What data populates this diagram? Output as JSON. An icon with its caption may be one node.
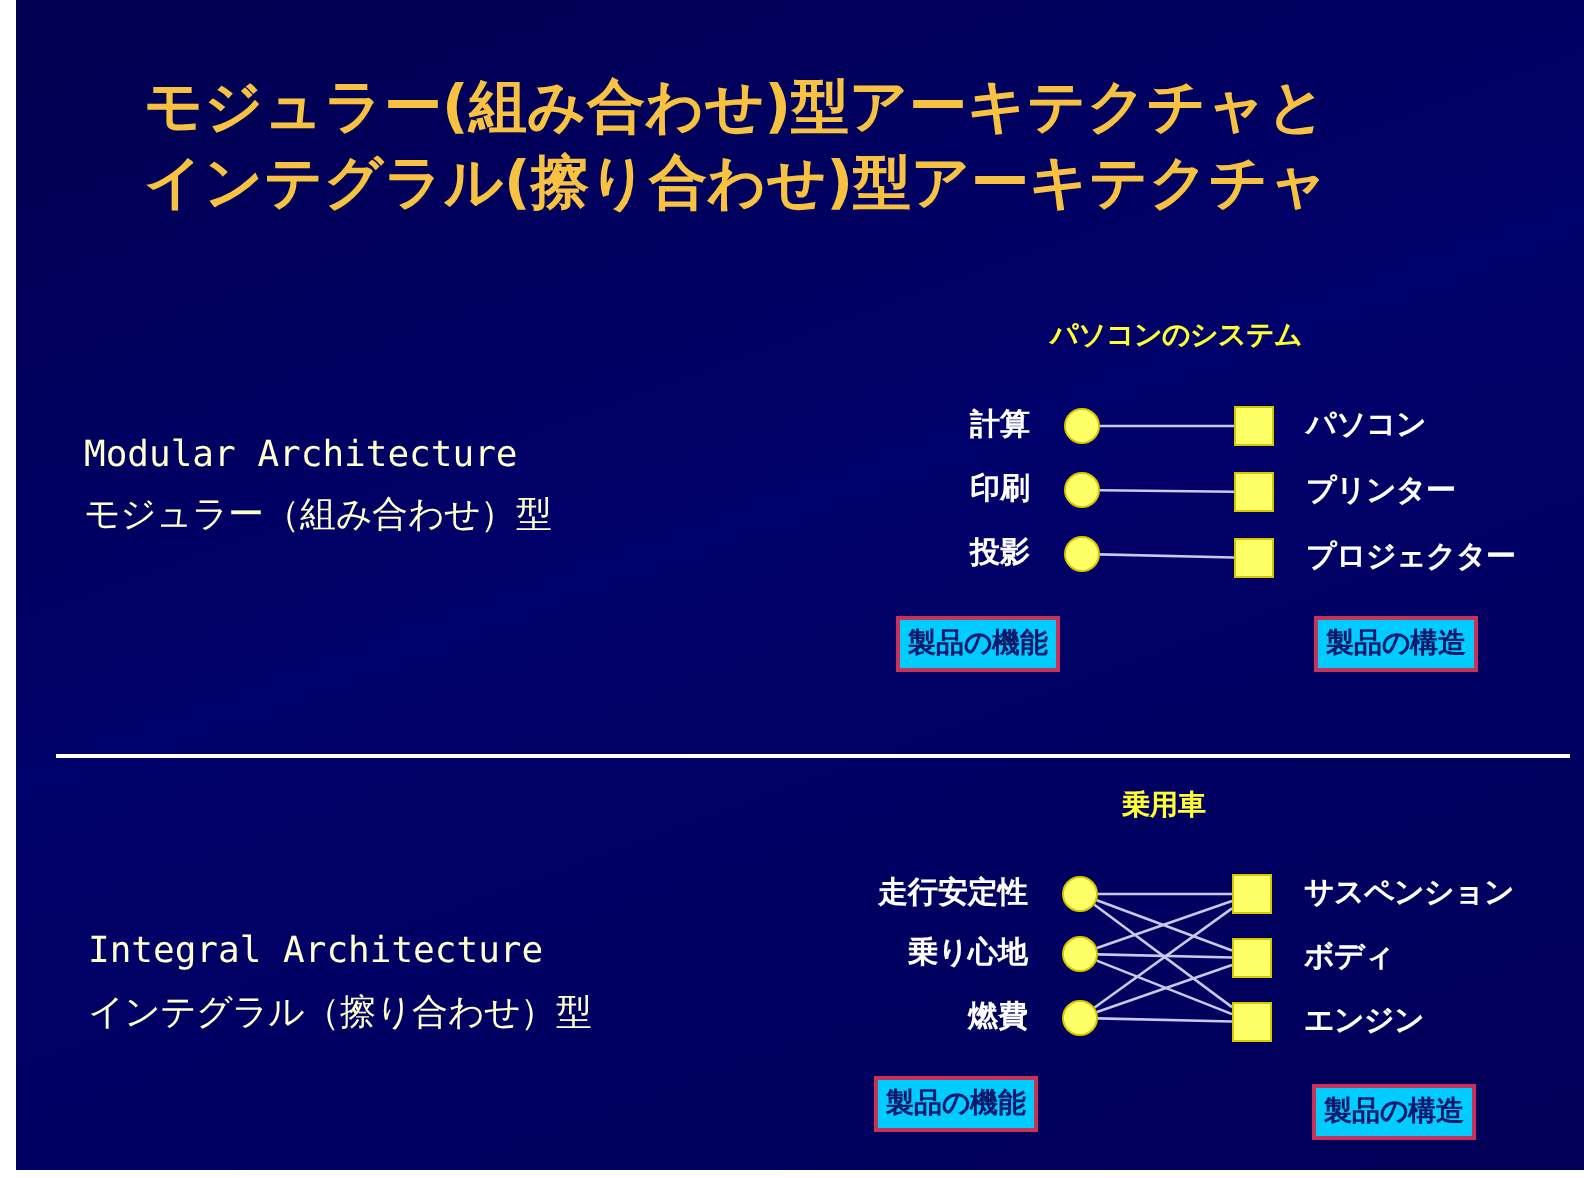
{
  "diagram": {
    "title": "モジュラー(組み合わせ)型アーキテクチャとインテグラル(擦り合わせ)型アーキテクチャ",
    "nodes": [
      {
        "text": [],
        "shape": "circle",
        "beside": [
          "計算"
        ]
      },
      {
        "text": [],
        "shape": "circle",
        "beside": [
          "印刷"
        ]
      },
      {
        "text": [],
        "shape": "circle",
        "beside": [
          "投影"
        ]
      },
      {
        "text": [],
        "shape": "box",
        "beside": [
          "パソコン"
        ]
      },
      {
        "text": [],
        "shape": "box",
        "beside": [
          "プリンター"
        ]
      },
      {
        "text": [],
        "shape": "box",
        "beside": [
          "プロジェクター"
        ]
      },
      {
        "text": [
          "製品の機能"
        ]
      },
      {
        "text": [
          "製品の構造"
        ]
      },
      {
        "text": [],
        "shape": "circle",
        "beside": [
          "走行安定性"
        ]
      },
      {
        "text": [],
        "shape": "circle",
        "beside": [
          "乗り心地"
        ]
      },
      {
        "text": [],
        "shape": "circle",
        "beside": [
          "燃費"
        ]
      },
      {
        "text": [],
        "shape": "box",
        "beside": [
          "サスペンション"
        ]
      },
      {
        "text": [],
        "shape": "box",
        "beside": [
          "ボディ"
        ]
      },
      {
        "text": [],
        "shape": "box",
        "beside": [
          "エンジン"
        ]
      },
      {
        "text": [
          "製品の機能"
        ]
      },
      {
        "text": [
          "製品の構造"
        ]
      }
    ],
    "edges": [
      {
        "from": 0,
        "to": 3,
        "arrow": "none"
      },
      {
        "from": 1,
        "to": 4,
        "arrow": "none"
      },
      {
        "from": 2,
        "to": 5,
        "arrow": "none"
      },
      {
        "from": 8,
        "to": 11,
        "arrow": "none"
      },
      {
        "from": 8,
        "to": 12,
        "arrow": "none"
      },
      {
        "from": 8,
        "to": 13,
        "arrow": "none"
      },
      {
        "from": 9,
        "to": 11,
        "arrow": "none"
      },
      {
        "from": 9,
        "to": 12,
        "arrow": "none"
      },
      {
        "from": 9,
        "to": 13,
        "arrow": "none"
      },
      {
        "from": 10,
        "to": 11,
        "arrow": "none"
      },
      {
        "from": 10,
        "to": 12,
        "arrow": "none"
      },
      {
        "from": 10,
        "to": 13,
        "arrow": "none"
      }
    ],
    "labels": [
      "パソコンのシステム",
      "Modular Architecture",
      "モジュラー（組み合わせ）型",
      "乗用車",
      "Integral Architecture",
      "インテグラル（擦り合わせ）型"
    ]
  }
}
